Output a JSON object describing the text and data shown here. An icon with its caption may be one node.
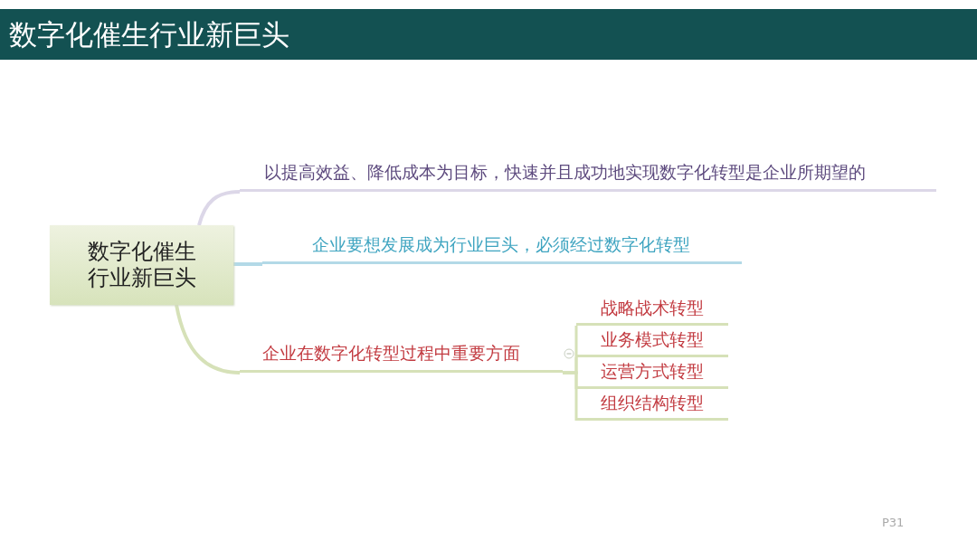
{
  "diagram": {
    "title": "数字化催生行业新巨头",
    "nodes": [
      {
        "text": [
          "数字化催生行业新巨头"
        ]
      },
      {
        "text": [
          "以提高效益、降低成本为目标，快速并且成功地实现数字化转型是企业所期望的"
        ]
      },
      {
        "text": [
          "企业要想发展成为行业巨头，必须经过数字化转型"
        ]
      },
      {
        "text": [
          "企业在数字化转型过程中重要方面"
        ]
      },
      {
        "text": [
          "战略战术转型"
        ]
      },
      {
        "text": [
          "业务模式转型"
        ]
      },
      {
        "text": [
          "运营方式转型"
        ]
      },
      {
        "text": [
          "组织结构转型"
        ]
      }
    ],
    "edges": [
      {
        "from": 0,
        "to": 1,
        "arrow": "none",
        "color": "#dcd7e8"
      },
      {
        "from": 0,
        "to": 2,
        "arrow": "none",
        "color": "#b3d9e7"
      },
      {
        "from": 0,
        "to": 3,
        "arrow": "none"
      },
      {
        "from": 3,
        "to": 4,
        "arrow": "none"
      },
      {
        "from": 3,
        "to": 5,
        "arrow": "none"
      },
      {
        "from": 3,
        "to": 6,
        "arrow": "none"
      },
      {
        "from": 3,
        "to": 7,
        "arrow": "none"
      }
    ],
    "labels": [
      "P31"
    ]
  }
}
